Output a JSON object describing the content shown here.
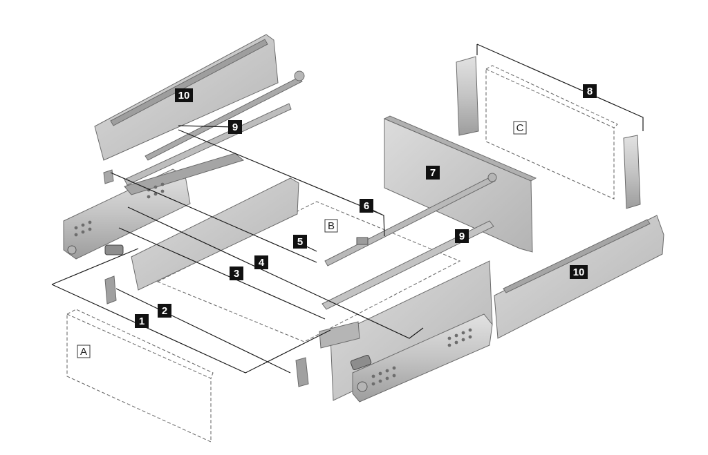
{
  "callouts": {
    "c1": "1",
    "c2": "2",
    "c3": "3",
    "c4": "4",
    "c5": "5",
    "c6": "6",
    "c7": "7",
    "c8": "8",
    "c9a": "9",
    "c9b": "9",
    "c10a": "10",
    "c10b": "10"
  },
  "panels": {
    "a": "A",
    "b": "B",
    "c": "C"
  },
  "colors": {
    "part_fill": "#c9c9c9",
    "part_dark": "#8a8a8a",
    "badge": "#111111"
  }
}
